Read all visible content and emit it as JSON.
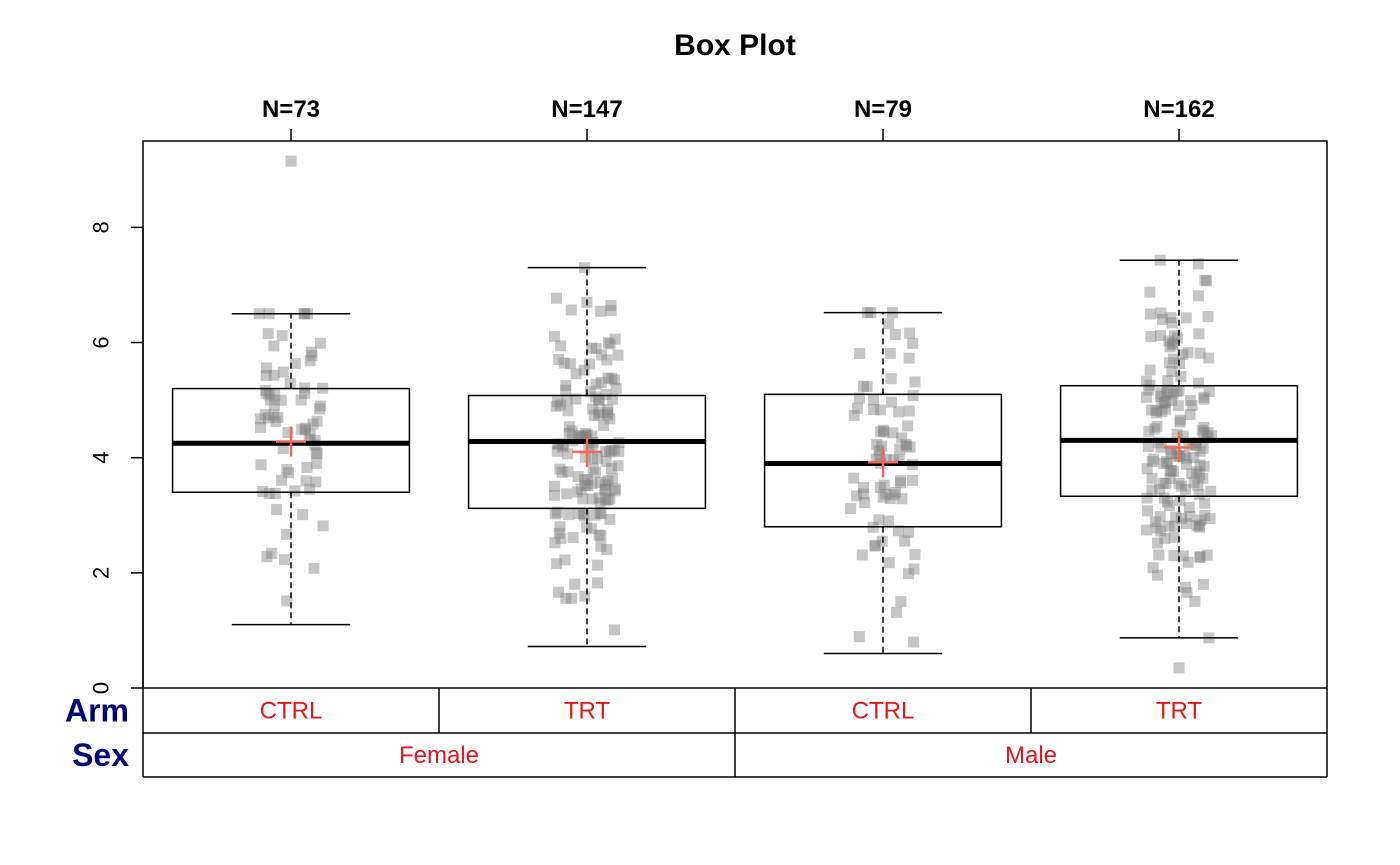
{
  "chart_data": {
    "type": "box",
    "title": "Box Plot",
    "ylim": [
      0,
      9.5
    ],
    "y_ticks": [
      0,
      2,
      4,
      6,
      8
    ],
    "tick_labels": [
      "0",
      "2",
      "4",
      "6",
      "8"
    ],
    "groups": [
      {
        "arm": "CTRL",
        "sex": "Female",
        "n_label": "N=73",
        "n": 73,
        "min": 1.1,
        "q1": 3.4,
        "median": 4.25,
        "q3": 5.2,
        "max": 6.5,
        "mean": 4.28,
        "outliers": [
          9.15
        ],
        "seed_center": 4.3,
        "seed_sd": 1.15
      },
      {
        "arm": "TRT",
        "sex": "Female",
        "n_label": "N=147",
        "n": 147,
        "min": 0.72,
        "q1": 3.12,
        "median": 4.28,
        "q3": 5.08,
        "max": 7.3,
        "mean": 4.1,
        "outliers": [],
        "seed_center": 4.1,
        "seed_sd": 1.35
      },
      {
        "arm": "CTRL",
        "sex": "Male",
        "n_label": "N=79",
        "n": 79,
        "min": 0.6,
        "q1": 2.8,
        "median": 3.9,
        "q3": 5.1,
        "max": 6.52,
        "mean": 3.92,
        "outliers": [],
        "seed_center": 3.9,
        "seed_sd": 1.4
      },
      {
        "arm": "TRT",
        "sex": "Male",
        "n_label": "N=162",
        "n": 162,
        "min": 0.87,
        "q1": 3.33,
        "median": 4.3,
        "q3": 5.25,
        "max": 7.43,
        "mean": 4.18,
        "outliers": [
          0.35
        ],
        "seed_center": 4.2,
        "seed_sd": 1.35
      }
    ],
    "table": {
      "row_labels": {
        "arm": "Arm",
        "sex": "Sex"
      },
      "arm_cells": [
        "CTRL",
        "TRT",
        "CTRL",
        "TRT"
      ],
      "sex_cells": [
        "Female",
        "Male"
      ]
    },
    "colors": {
      "mean_marker": "#ee6a5a",
      "points": "#808080",
      "row_header": "#00007f",
      "cell_text": "#e8141b",
      "axis": "#000000"
    }
  }
}
